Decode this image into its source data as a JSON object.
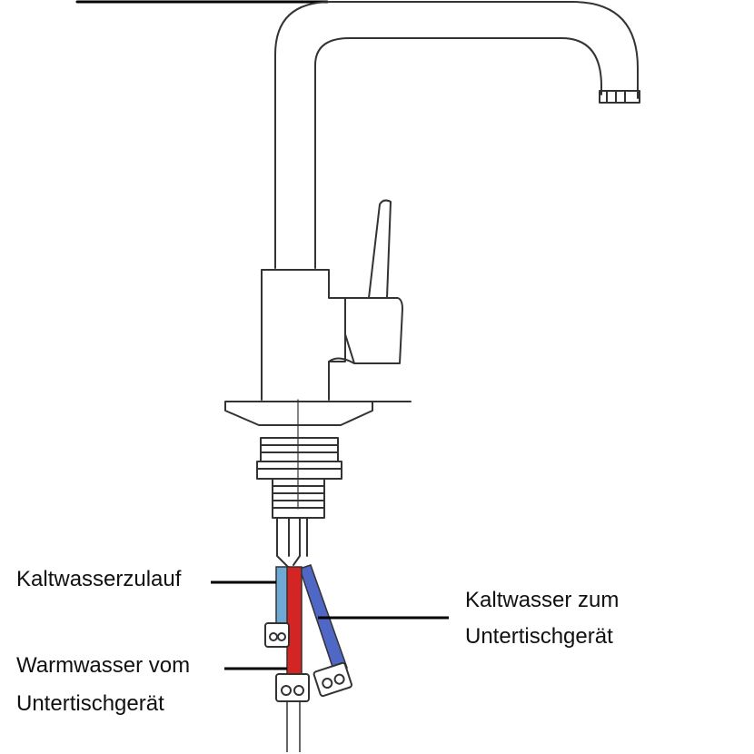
{
  "labels": {
    "cold_inlet": "Kaltwasserzulauf",
    "cold_to_unit_line1": "Kaltwasser zum",
    "cold_to_unit_line2": "Untertischgerät",
    "warm_from_unit_line1": "Warmwasser vom",
    "warm_from_unit_line2": "Untertischgerät"
  },
  "colors": {
    "outline": "#333333",
    "cold_inlet_hose": "#6ea8d4",
    "cold_to_unit_hose": "#4f68c6",
    "warm_hose": "#d42424",
    "leader": "#000000"
  }
}
